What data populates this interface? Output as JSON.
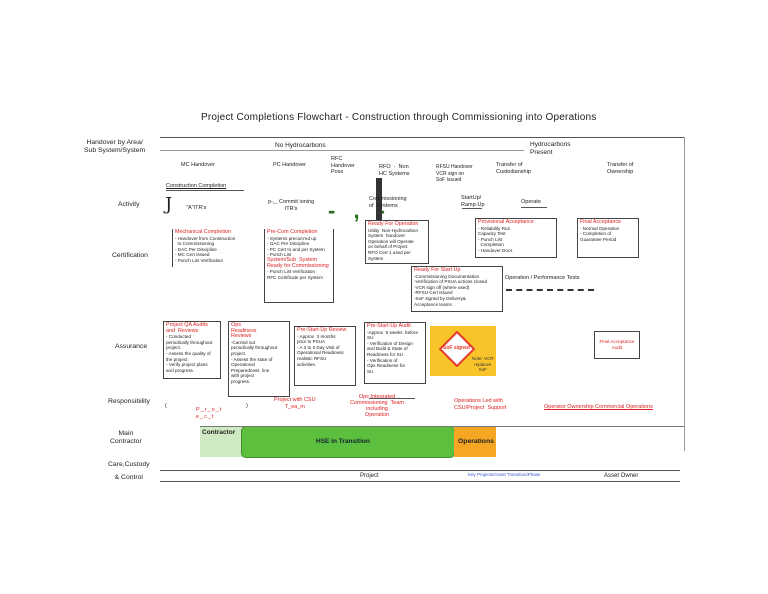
{
  "title": "Project Completions Flowchart  -  Construction through Commissioning  into Operations",
  "rows": {
    "handover": "Handover by Area/\nSub System/System",
    "activity": "Activity",
    "certification": "Certification",
    "assurance": "Assurance",
    "responsibility": "Responsibility",
    "main_contractor": "Main\nContractor",
    "care_custody": "Care,Custody\n& Control"
  },
  "headers": {
    "no_hc": "No Hydrocarbons",
    "hc_present": "Hydrocarbons\nPresent",
    "mc_handover": "MC Handover",
    "pc_handover": "PC Handover",
    "rfc_handover": "RFC\nHandover\nPoss",
    "rfo": "RFO  -  Non\nHC Systems",
    "rfsu": "RFSU Handover\nVCR sign on\nSoF Issued",
    "transfer_custodianship": "Transfer of\nCustodianship",
    "transfer_ownership": "Transfer of\nOwnership"
  },
  "activity": {
    "construction_completion": "Construction Completion",
    "j_glyph": "J",
    "itrs": "\"A\"ITR's",
    "commissioning_itrs": "p-,_ Commit ioning\nITR's",
    "commissioning_systems": "Commissioning\nof  Systems",
    "startup": "StartUp/\nRamp-Up",
    "operate": "Operate",
    "dashes": "- , -"
  },
  "certification": {
    "mech_completion": {
      "head": "Mechanical  Completion",
      "body": "- Handover from Construction\n  to Commissioning\n- DAC Per Discipline\n- MC Cert issued\n- Punch List Verification"
    },
    "precom_completion": {
      "head": "Pre-Com Completion",
      "body": "- Systems precom'ed up\n- OAC Per Discipline\n- PC Cert to and per System\n- Punch List"
    },
    "system_ready": {
      "head": "System/Sub  System\nReady for Commissioning",
      "body": "- Punch List Verification\nRFC Certificate per System"
    },
    "ready_for_operation": {
      "head": "Ready For Operation",
      "body": "Utility  Non-Hydrocarbon\nSystem  handover\nOperation will Operate\non behalf of Project\nRFO Cert 1 used per\nSystem"
    },
    "ready_for_startup": {
      "head": "Ready For Start Up",
      "body": "-Commissioning Documentation\n-Verification of PSUA actions closed\n-VCR sign off (where used)\n-RFSU Cert issued\n-SoF signed by Delivery&\nAcceptance teams"
    },
    "provisional_acceptance": {
      "head": "Provisional Acceptance",
      "body": "- Reliability Run\nCapacity Test\n- Punch List\n  Completion\n- Handover Docs"
    },
    "final_acceptance": {
      "head": "Final Acceptance",
      "body": "- Normal Operation\n- Completion of\nGuarantee Period"
    },
    "operation_perf_tests": "Operation / Performance  Tests"
  },
  "assurance": {
    "qa_audits": {
      "head": "Project QA Audits\nand  Reviews",
      "body": "- Conducted\nperiodically throughout\nproject.\n- Assess the quality of\nthe project\n- Verify project plans\nand progress."
    },
    "ops_readiness": {
      "head": "Ops\nReadiness\nReviews",
      "body": "-Carried out\nperiodically throughout\nproject.\n- Assess the state of\nOperational\nPreparedness  line\nwith project\nprogress."
    },
    "pre_startup_review": {
      "head": "Pre-Start-Up Review",
      "body": "- Approx  3 months\nprior to PSUA\n- A 3 to 5 Day Visit of\nOperational Readiness\nrealistic RFSU\nactivities."
    },
    "pre_startup_audit": {
      "head": "Pre-Start-Up Audit",
      "body": "-Approx  6 weeks  before\nSU\n- Verification of Design\nand Build & State of\nReadiness for SU\n- Verification of\nOps Readiness for\nSU"
    },
    "sof_signed": "SoF signed",
    "note_vcr": "Note: VCR\nreplaces\nSoF",
    "final_acceptance_audit": "Final Acceptance\nAudit"
  },
  "responsibility": {
    "p_bracket": "(",
    "project": "P_r_o_t\ne_c_t",
    "paren_close": ")",
    "project_csu": "Project with CSU\nT_ea_m",
    "ops_integrated": "Ops Integrated\nCommissioning  Team\nincluding\nOperation",
    "ops_led": "Operations Led with\nCSU/Project  Support",
    "operator_ownership": "Operator Ownership Commercial  Operations"
  },
  "main_contractor": {
    "contractor": "Contractor",
    "hse_transition": "HSE in Transition",
    "operations": "Operations"
  },
  "care": {
    "project": "Project",
    "key_projects": "Key Projects/Asset Transition/Phase",
    "asset_owner": "Asset Owner"
  },
  "colors": {
    "red": "#d22222",
    "green": "#5cbf3e",
    "light_green": "#cfe9c2",
    "orange": "#f5a623",
    "yellow": "#f9c42a",
    "blue": "#3355cc"
  }
}
